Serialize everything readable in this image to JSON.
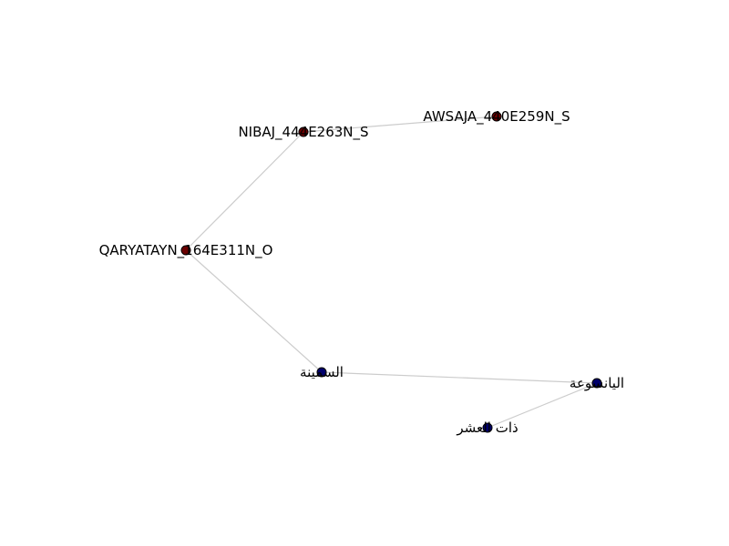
{
  "graph": {
    "colors": {
      "edge": "#cccccc",
      "group_red": "#6b0000",
      "group_blue": "#00006b"
    },
    "nodes": [
      {
        "id": "nibaj",
        "label": "NIBAJ_444E263N_S",
        "group": "group_red"
      },
      {
        "id": "awsaja",
        "label": "AWSAJA_440E259N_S",
        "group": "group_red"
      },
      {
        "id": "qaryatayn",
        "label": "QARYATAYN_164E311N_O",
        "group": "group_red"
      },
      {
        "id": "samina",
        "label": "السمينة",
        "group": "group_blue"
      },
      {
        "id": "yansuah",
        "label": "اليانسوعة",
        "group": "group_blue"
      },
      {
        "id": "dhat",
        "label": "ذات العشر",
        "group": "group_blue"
      }
    ],
    "edges": [
      {
        "source": "nibaj",
        "target": "awsaja"
      },
      {
        "source": "nibaj",
        "target": "qaryatayn"
      },
      {
        "source": "qaryatayn",
        "target": "samina"
      },
      {
        "source": "samina",
        "target": "yansuah"
      },
      {
        "source": "yansuah",
        "target": "dhat"
      }
    ]
  }
}
